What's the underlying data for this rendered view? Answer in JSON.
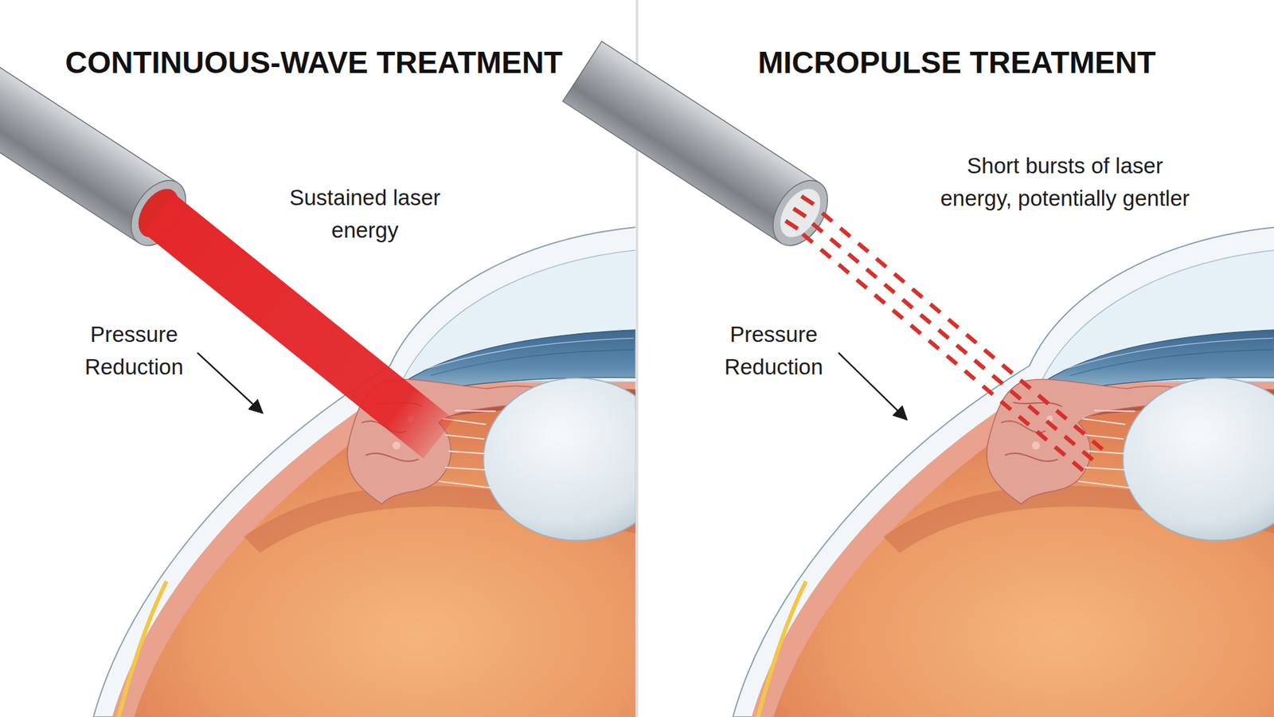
{
  "diagram": {
    "labels": [
      "CONTINUOUS-WAVE TREATMENT",
      "MICROPULSE TREATMENT",
      "Sustained laser energy",
      "Short bursts of laser energy, potentially gentler",
      "Pressure Reduction",
      "Pressure Reduction"
    ]
  }
}
